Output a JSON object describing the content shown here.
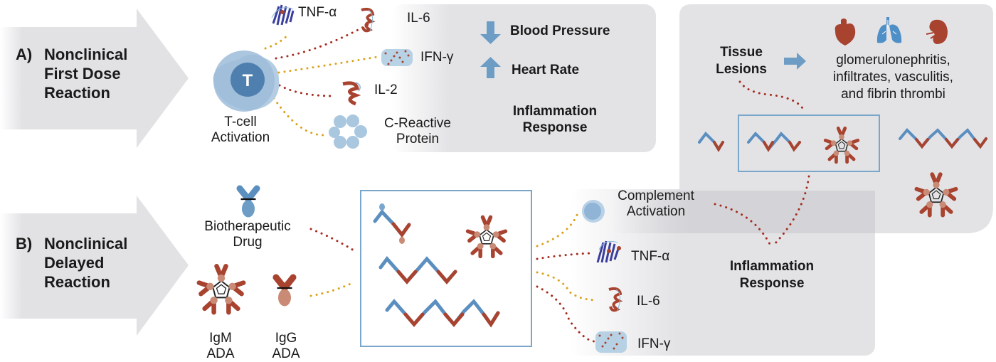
{
  "section_a": {
    "prefix": "A)",
    "title_lines": [
      "Nonclinical",
      "First Dose",
      "Reaction"
    ],
    "source": {
      "lines": [
        "T-cell",
        "Activation"
      ],
      "icon_letter": "T"
    },
    "mediators": [
      {
        "label": "TNF-α",
        "icon": "tnf-alpha-protein-icon",
        "connector": "gold"
      },
      {
        "label": "IL-6",
        "icon": "il6-protein-icon",
        "connector": "red"
      },
      {
        "label": "IFN-γ",
        "icon": "ifn-gamma-protein-icon",
        "connector": "gold"
      },
      {
        "label": "IL-2",
        "icon": "il2-protein-icon",
        "connector": "red"
      },
      {
        "label_lines": [
          "C-Reactive",
          "Protein"
        ],
        "icon": "c-reactive-protein-icon",
        "connector": "gold"
      }
    ],
    "effects": [
      {
        "direction": "down",
        "label": "Blood Pressure"
      },
      {
        "direction": "up",
        "label": "Heart Rate"
      }
    ],
    "response_lines": [
      "Inflammation",
      "Response"
    ]
  },
  "tissue": {
    "title_lines": [
      "Tissue",
      "Lesions"
    ],
    "organs": [
      "heart-icon",
      "lungs-icon",
      "kidney-icon"
    ],
    "outcome_lines": [
      "glomerulonephritis,",
      "infiltrates, vasculitis,",
      "and fibrin thrombi"
    ]
  },
  "section_b": {
    "prefix": "B)",
    "title_lines": [
      "Nonclinical",
      "Delayed",
      "Reaction"
    ],
    "drug": {
      "lines": [
        "Biotherapeutic",
        "Drug"
      ]
    },
    "adas": [
      {
        "lines": [
          "IgM",
          "ADA"
        ]
      },
      {
        "lines": [
          "IgG",
          "ADA"
        ]
      }
    ],
    "mediators": [
      {
        "label_lines": [
          "Complement",
          "Activation"
        ],
        "icon": "complement-icon",
        "connector": "gold"
      },
      {
        "label": "TNF-α",
        "icon": "tnf-alpha-protein-icon",
        "connector": "red"
      },
      {
        "label": "IL-6",
        "icon": "il6-protein-icon",
        "connector": "gold"
      },
      {
        "label": "IFN-γ",
        "icon": "ifn-gamma-protein-icon",
        "connector": "red"
      }
    ],
    "response_lines": [
      "Inflammation",
      "Response"
    ]
  },
  "colors": {
    "arrow_gray": "#e2e2e5",
    "panel_gray": "#e3e3e6",
    "blue": "#6d9dc5",
    "dark_blue": "#4f7fae",
    "rust": "#a8432f",
    "salmon": "#c98b76",
    "gold_dot": "#d9a21b",
    "red_dot": "#a52a1e",
    "box_border": "#7aa6c9"
  }
}
